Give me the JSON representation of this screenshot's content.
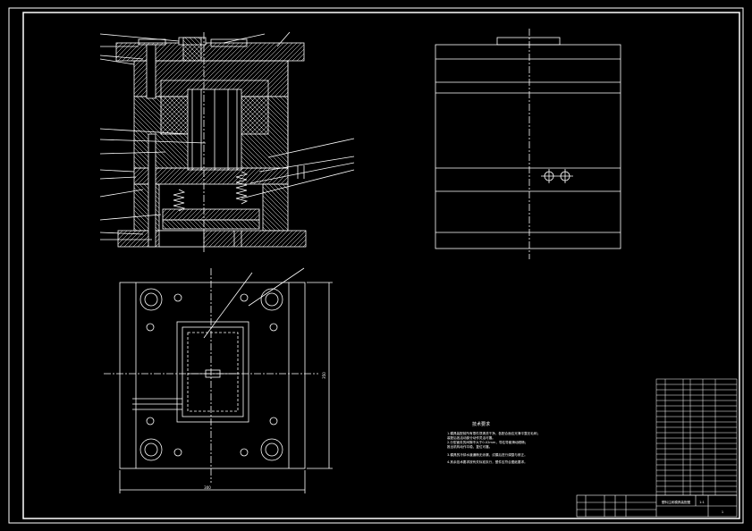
{
  "colors": {
    "background": "#000000",
    "line": "#ffffff",
    "center_line": "#ffffff"
  },
  "dimensions": {
    "width_label": "300",
    "height_label": "350"
  },
  "technical_requirements": {
    "title": "技术要求",
    "items": [
      "1.模具装配前所有零件须清洗干净，各配合面应光滑平整无毛刺；",
      "  装配后各活动部分动作灵活可靠。",
      "2.分型面处的间隙不大于0.02mm，导柱导套滑动顺畅；",
      "  推出机构动作平稳，复位可靠。",
      "3.模具的冷却水道通畅无渗漏，试模后进行调整与修正。",
      "4.其余技术要求按有关标准执行，塑件应符合图纸要求。"
    ]
  },
  "title_block": {
    "drawing_name": "塑料注射模具装配图",
    "scale": "1:1",
    "sheet": "1"
  }
}
